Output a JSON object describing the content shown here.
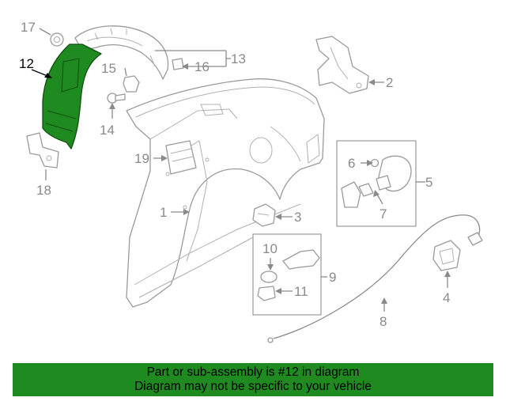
{
  "diagram": {
    "highlight_color": "#1f8a1f",
    "callouts": {
      "c1": "1",
      "c2": "2",
      "c3": "3",
      "c4": "4",
      "c5": "5",
      "c6": "6",
      "c7": "7",
      "c8": "8",
      "c9": "9",
      "c10": "10",
      "c11": "11",
      "c12": "12",
      "c13": "13",
      "c14": "14",
      "c15": "15",
      "c16": "16",
      "c17": "17",
      "c18": "18",
      "c19": "19"
    }
  },
  "banner": {
    "line1": "Part or sub-assembly is #12 in diagram",
    "line2": "Diagram may not be specific to your vehicle"
  }
}
